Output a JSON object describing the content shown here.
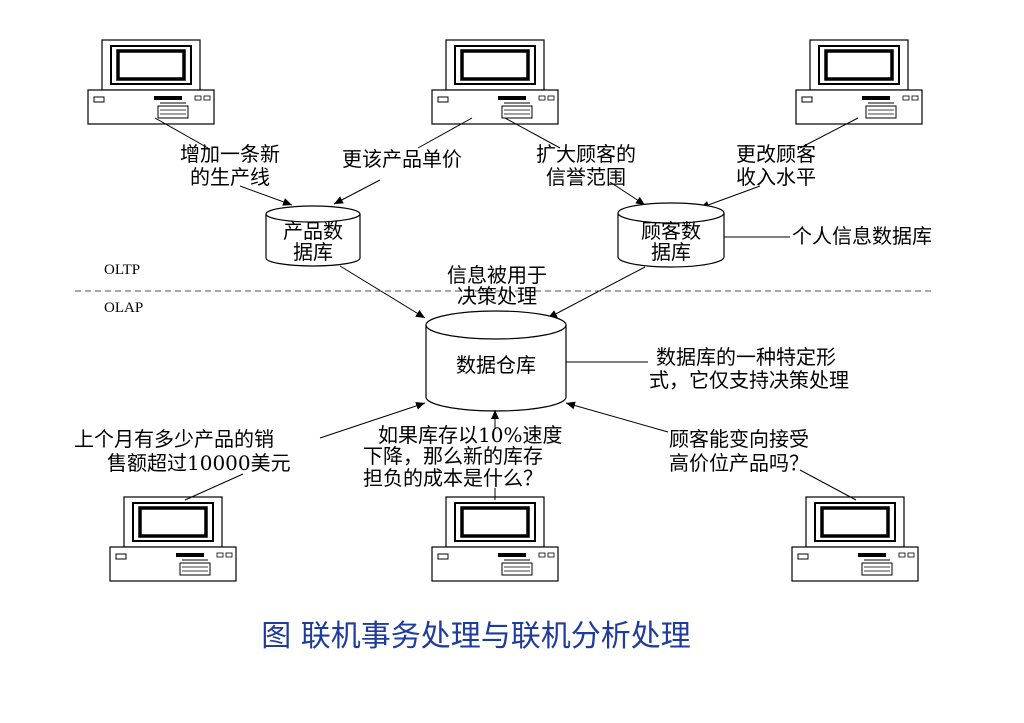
{
  "oltp_label": "OLTP",
  "olap_label": "OLAP",
  "oltp_queries": [
    {
      "id": "q1",
      "lines": [
        "增加一条新",
        "的生产线"
      ]
    },
    {
      "id": "q2",
      "lines": [
        "更该产品单价"
      ]
    },
    {
      "id": "q3",
      "lines": [
        "扩大顾客的",
        "信誉范围"
      ]
    },
    {
      "id": "q4",
      "lines": [
        "更改顾客",
        "收入水平"
      ]
    }
  ],
  "databases": {
    "product": [
      "产品数",
      "据库"
    ],
    "customer": [
      "顾客数",
      "据库"
    ],
    "warehouse": [
      "数据仓库"
    ]
  },
  "customer_db_note": "个人信息数据库",
  "flow_label": [
    "信息被用于",
    "决策处理"
  ],
  "warehouse_note": [
    "数据库的一种特定形",
    "式，它仅支持决策处理"
  ],
  "olap_queries": [
    {
      "id": "a1",
      "lines": [
        "上个月有多少产品的销",
        "售额超过10000美元"
      ]
    },
    {
      "id": "a2",
      "lines": [
        "如果库存以10%速度",
        "下降，那么新的库存",
        "担负的成本是什么？"
      ]
    },
    {
      "id": "a3",
      "lines": [
        "顾客能变向接受",
        "高价位产品吗？"
      ]
    }
  ],
  "caption": "图 联机事务处理与联机分析处理",
  "colors": {
    "caption": "#1f3b9b",
    "line": "#000000"
  }
}
